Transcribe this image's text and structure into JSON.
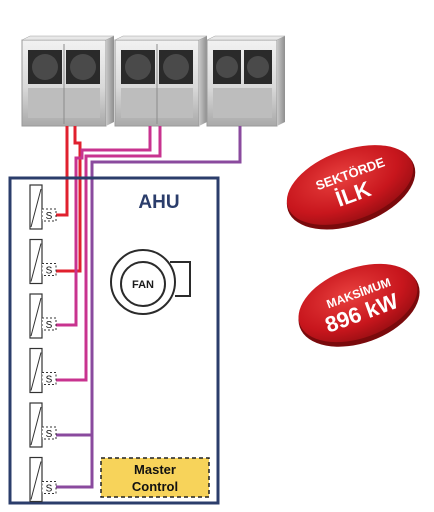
{
  "ahu": {
    "label": "AHU",
    "border_color": "#2b3d6b"
  },
  "fan": {
    "label": "FAN"
  },
  "sensors": {
    "label": "S",
    "count": 6
  },
  "master_control": {
    "line1": "Master",
    "line2": "Control",
    "fill": "#f7d35a"
  },
  "badge_first": {
    "line1": "SEKTÖRDE",
    "line2": "İLK",
    "color": "#c8161d"
  },
  "badge_max": {
    "line1": "MAKSİMUM",
    "line2": "896 kW",
    "color": "#c8161d"
  },
  "outdoor_units": {
    "count": 3
  },
  "pipe_colors": {
    "red": "#e0202e",
    "magenta": "#c8338f",
    "purple": "#8a4a9e"
  }
}
